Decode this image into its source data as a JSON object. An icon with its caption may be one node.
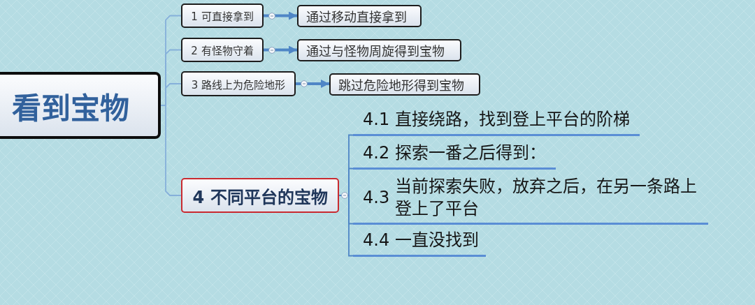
{
  "diagram": {
    "nodes": [
      {
        "text": [
          "看到宝物"
        ]
      },
      {
        "text": [
          "1 可直接拿到"
        ]
      },
      {
        "text": [
          "2 有怪物守着"
        ]
      },
      {
        "text": [
          "3 路线上为危险地形"
        ]
      },
      {
        "text": [
          "通过移动直接拿到"
        ]
      },
      {
        "text": [
          "通过与怪物周旋得到宝物"
        ]
      },
      {
        "text": [
          "跳过危险地形得到宝物"
        ]
      },
      {
        "text": [
          "4 不同平台的宝物"
        ]
      },
      {
        "text": [
          "4.1",
          "直接绕路，找到登上平台的阶梯"
        ]
      },
      {
        "text": [
          "4.2",
          "探索一番之后得到："
        ]
      },
      {
        "text": [
          "4.3",
          "当前探索失败，放弃之后，在另一条路上登上了平台"
        ]
      },
      {
        "text": [
          "4.4",
          "一直没找到"
        ]
      }
    ],
    "edges": [
      {
        "from": 0,
        "to": 1,
        "arrow": "none",
        "color": "#86b0da"
      },
      {
        "from": 0,
        "to": 2,
        "arrow": "none",
        "color": "#86b0da"
      },
      {
        "from": 0,
        "to": 3,
        "arrow": "none",
        "color": "#86b0da"
      },
      {
        "from": 0,
        "to": 7,
        "arrow": "none",
        "color": "#86b0da"
      },
      {
        "from": 1,
        "to": 4,
        "arrow": "to",
        "style": "thick"
      },
      {
        "from": 2,
        "to": 5,
        "arrow": "to",
        "style": "thick"
      },
      {
        "from": 3,
        "to": 6,
        "arrow": "to",
        "style": "thick"
      },
      {
        "from": 7,
        "to": 8,
        "arrow": "none"
      },
      {
        "from": 7,
        "to": 9,
        "arrow": "none"
      },
      {
        "from": 7,
        "to": 10,
        "arrow": "none"
      },
      {
        "from": 7,
        "to": 11,
        "arrow": "none"
      }
    ]
  }
}
